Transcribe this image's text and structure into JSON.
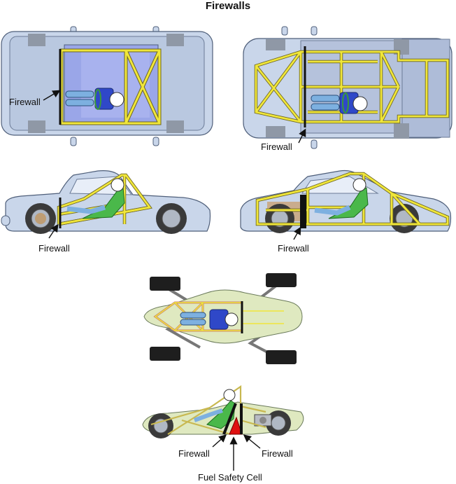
{
  "title": "Firewalls",
  "labels": {
    "top_left": "Firewall",
    "top_right": "Firewall",
    "side_left": "Firewall",
    "side_right": "Firewall",
    "formula_left": "Firewall",
    "formula_right": "Firewall",
    "fuel_cell": "Fuel Safety Cell"
  },
  "colors": {
    "body": "#c9d6ea",
    "body_stroke": "#4f5f7a",
    "cage": "#f0e63a",
    "cage_stroke": "#6b6420",
    "cockpit": "#9aa6e8",
    "driver": "#7db0e0",
    "seat": "#2f48c8",
    "helmet": "#ffffff",
    "tire": "#1e1e1e",
    "firewall": "#111111",
    "formula_body": "#dfe9c0",
    "fuel_cell": "#e01010",
    "engine": "#d08040"
  }
}
